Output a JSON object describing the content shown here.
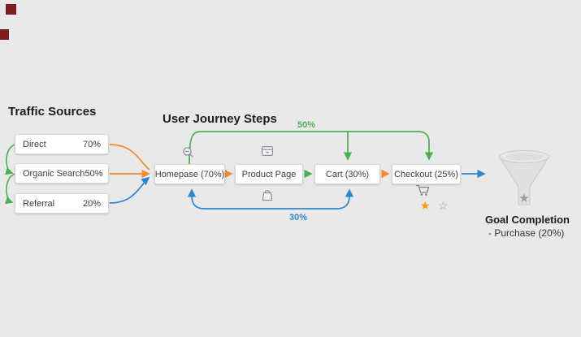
{
  "traffic_sources": {
    "title": "Traffic Sources",
    "items": [
      {
        "label": "Direct",
        "value": "70%"
      },
      {
        "label": "Organic Search",
        "value": "50%"
      },
      {
        "label": "Referral",
        "value": "20%"
      }
    ]
  },
  "journey": {
    "title": "User Journey Steps",
    "steps": [
      {
        "label": "Homepase (70%)"
      },
      {
        "label": "Product Page"
      },
      {
        "label": "Cart (30%)"
      },
      {
        "label": "Checkout (25%)"
      }
    ],
    "top_flow_label": "50%",
    "bottom_flow_label": "30%"
  },
  "goal": {
    "title": "Goal Completion",
    "subtitle": "- Purchase (20%)"
  },
  "icons": {
    "star_filled": "★",
    "star_empty": "☆",
    "funnel_star": "★"
  },
  "colors": {
    "green": "#4caf50",
    "orange": "#ef8b2b",
    "blue": "#2e86d1",
    "maroon": "#7e1e1e",
    "background": "#e9e9e9"
  }
}
